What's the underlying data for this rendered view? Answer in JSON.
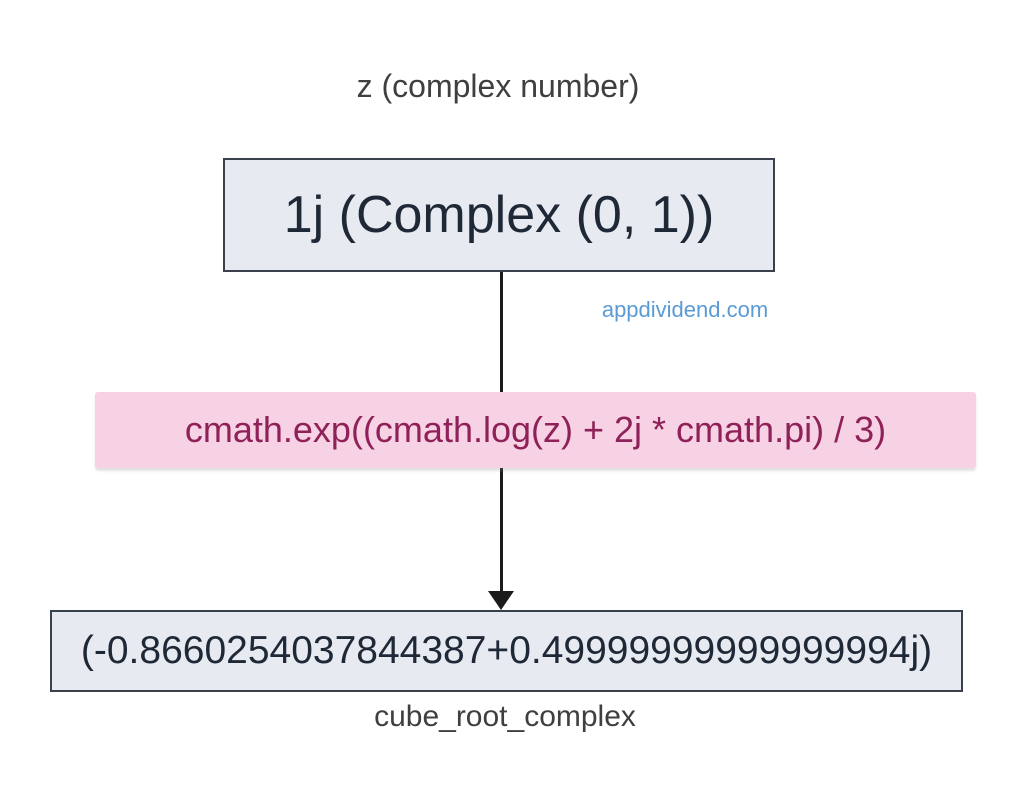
{
  "diagram": {
    "title": "z (complex number)",
    "input_box_value": "1j (Complex (0, 1))",
    "watermark": "appdividend.com",
    "code_expression": "cmath.exp((cmath.log(z) + 2j * cmath.pi) / 3)",
    "result_box_value": "(-0.8660254037844387+0.49999999999999994j)",
    "result_label": "cube_root_complex",
    "colors": {
      "box_fill": "#e7eaf0",
      "box_border": "#3a414d",
      "box_text": "#1e2836",
      "code_bg": "#f6d2e4",
      "code_text": "#8f2158",
      "label_text": "#3f3f3f",
      "watermark_blue": "#5b9bd5",
      "arrow": "#1b1b1b"
    }
  }
}
